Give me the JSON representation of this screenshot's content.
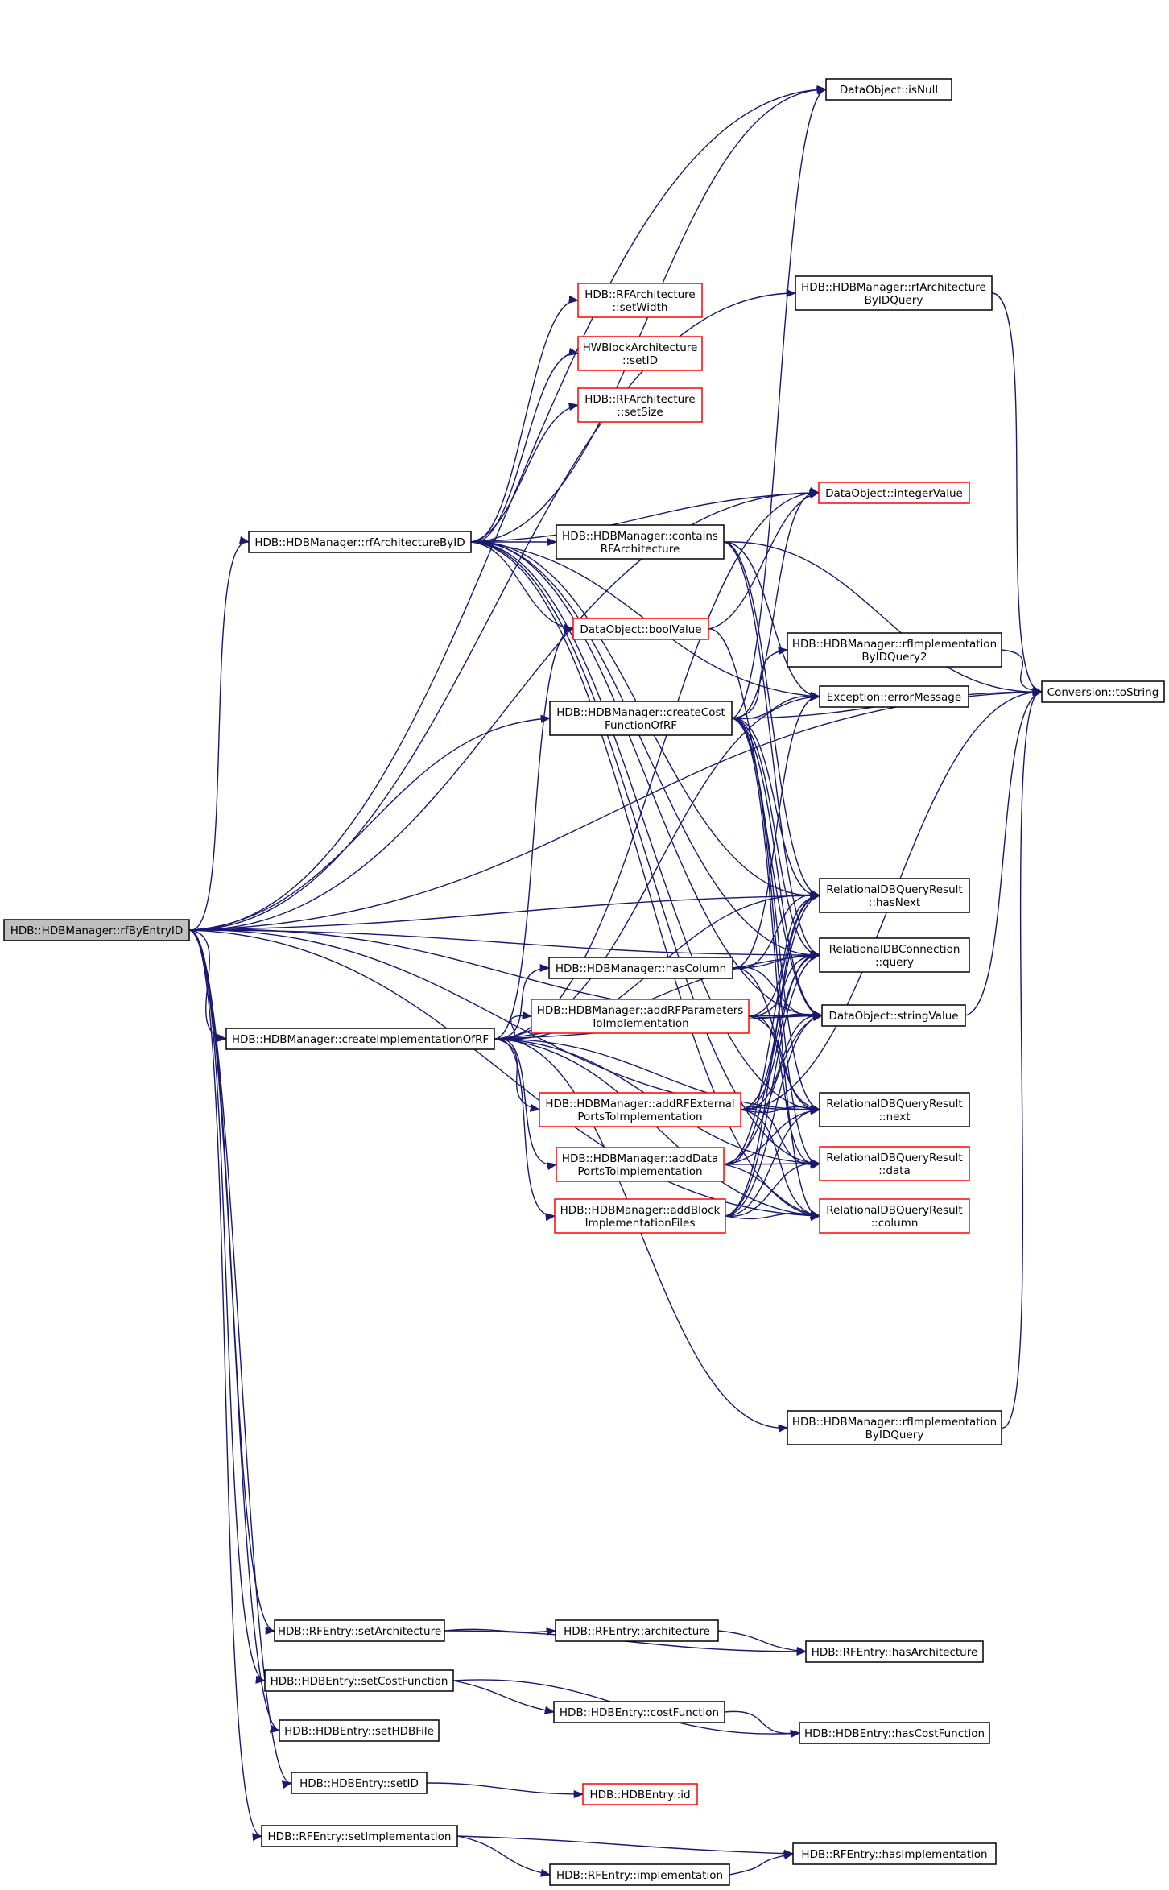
{
  "colors": {
    "edge": "#191970",
    "node_border_normal": "#000000",
    "node_border_truncated": "#ff0000",
    "root_fill": "#bfbfbf"
  },
  "nodes": [
    {
      "id": "root",
      "lines": [
        "HDB::HDBManager::rfByEntryID"
      ],
      "style": "root"
    },
    {
      "id": "isNull",
      "lines": [
        "DataObject::isNull"
      ],
      "style": "normal"
    },
    {
      "id": "rfArchQuery",
      "lines": [
        "HDB::HDBManager::rfArchitecture",
        "ByIDQuery"
      ],
      "style": "normal"
    },
    {
      "id": "setWidth",
      "lines": [
        "HDB::RFArchitecture",
        "::setWidth"
      ],
      "style": "truncated"
    },
    {
      "id": "hwSetID",
      "lines": [
        "HWBlockArchitecture",
        "::setID"
      ],
      "style": "truncated"
    },
    {
      "id": "setSize",
      "lines": [
        "HDB::RFArchitecture",
        "::setSize"
      ],
      "style": "truncated"
    },
    {
      "id": "integerValue",
      "lines": [
        "DataObject::integerValue"
      ],
      "style": "truncated"
    },
    {
      "id": "rfArchByID",
      "lines": [
        "HDB::HDBManager::rfArchitectureByID"
      ],
      "style": "normal"
    },
    {
      "id": "containsRF",
      "lines": [
        "HDB::HDBManager::contains",
        "RFArchitecture"
      ],
      "style": "normal"
    },
    {
      "id": "boolValue",
      "lines": [
        "DataObject::boolValue"
      ],
      "style": "truncated"
    },
    {
      "id": "rfImplQuery2",
      "lines": [
        "HDB::HDBManager::rfImplementation",
        "ByIDQuery2"
      ],
      "style": "normal"
    },
    {
      "id": "toString",
      "lines": [
        "Conversion::toString"
      ],
      "style": "normal"
    },
    {
      "id": "createCost",
      "lines": [
        "HDB::HDBManager::createCost",
        "FunctionOfRF"
      ],
      "style": "normal"
    },
    {
      "id": "errorMessage",
      "lines": [
        "Exception::errorMessage"
      ],
      "style": "normal"
    },
    {
      "id": "hasNext",
      "lines": [
        "RelationalDBQueryResult",
        "::hasNext"
      ],
      "style": "normal"
    },
    {
      "id": "hasColumn",
      "lines": [
        "HDB::HDBManager::hasColumn"
      ],
      "style": "normal"
    },
    {
      "id": "query",
      "lines": [
        "RelationalDBConnection",
        "::query"
      ],
      "style": "normal"
    },
    {
      "id": "createImpl",
      "lines": [
        "HDB::HDBManager::createImplementationOfRF"
      ],
      "style": "normal"
    },
    {
      "id": "addRFParams",
      "lines": [
        "HDB::HDBManager::addRFParameters",
        "ToImplementation"
      ],
      "style": "truncated"
    },
    {
      "id": "stringValue",
      "lines": [
        "DataObject::stringValue"
      ],
      "style": "normal"
    },
    {
      "id": "addRFExt",
      "lines": [
        "HDB::HDBManager::addRFExternal",
        "PortsToImplementation"
      ],
      "style": "truncated"
    },
    {
      "id": "next",
      "lines": [
        "RelationalDBQueryResult",
        "::next"
      ],
      "style": "normal"
    },
    {
      "id": "addData",
      "lines": [
        "HDB::HDBManager::addData",
        "PortsToImplementation"
      ],
      "style": "truncated"
    },
    {
      "id": "data",
      "lines": [
        "RelationalDBQueryResult",
        "::data"
      ],
      "style": "truncated"
    },
    {
      "id": "addBlock",
      "lines": [
        "HDB::HDBManager::addBlock",
        "ImplementationFiles"
      ],
      "style": "truncated"
    },
    {
      "id": "column",
      "lines": [
        "RelationalDBQueryResult",
        "::column"
      ],
      "style": "truncated"
    },
    {
      "id": "rfImplQuery",
      "lines": [
        "HDB::HDBManager::rfImplementation",
        "ByIDQuery"
      ],
      "style": "normal"
    },
    {
      "id": "setArch",
      "lines": [
        "HDB::RFEntry::setArchitecture"
      ],
      "style": "normal"
    },
    {
      "id": "architecture",
      "lines": [
        "HDB::RFEntry::architecture"
      ],
      "style": "normal"
    },
    {
      "id": "hasArch",
      "lines": [
        "HDB::RFEntry::hasArchitecture"
      ],
      "style": "normal"
    },
    {
      "id": "setCost",
      "lines": [
        "HDB::HDBEntry::setCostFunction"
      ],
      "style": "normal"
    },
    {
      "id": "costFn",
      "lines": [
        "HDB::HDBEntry::costFunction"
      ],
      "style": "normal"
    },
    {
      "id": "hasCost",
      "lines": [
        "HDB::HDBEntry::hasCostFunction"
      ],
      "style": "normal"
    },
    {
      "id": "setHDBFile",
      "lines": [
        "HDB::HDBEntry::setHDBFile"
      ],
      "style": "normal"
    },
    {
      "id": "setID",
      "lines": [
        "HDB::HDBEntry::setID"
      ],
      "style": "normal"
    },
    {
      "id": "entryId",
      "lines": [
        "HDB::HDBEntry::id"
      ],
      "style": "truncated"
    },
    {
      "id": "setImpl",
      "lines": [
        "HDB::RFEntry::setImplementation"
      ],
      "style": "normal"
    },
    {
      "id": "hasImpl",
      "lines": [
        "HDB::RFEntry::hasImplementation"
      ],
      "style": "normal"
    },
    {
      "id": "implementation",
      "lines": [
        "HDB::RFEntry::implementation"
      ],
      "style": "normal"
    }
  ],
  "edges": [
    [
      "root",
      "toString"
    ],
    [
      "root",
      "isNull"
    ],
    [
      "root",
      "rfArchQuery"
    ],
    [
      "root",
      "integerValue"
    ],
    [
      "root",
      "rfArchByID"
    ],
    [
      "root",
      "createCost"
    ],
    [
      "root",
      "hasNext"
    ],
    [
      "root",
      "query"
    ],
    [
      "root",
      "createImpl"
    ],
    [
      "root",
      "column"
    ],
    [
      "root",
      "stringValue"
    ],
    [
      "root",
      "next"
    ],
    [
      "root",
      "setArch"
    ],
    [
      "root",
      "setCost"
    ],
    [
      "root",
      "setHDBFile"
    ],
    [
      "root",
      "setID"
    ],
    [
      "root",
      "setImpl"
    ],
    [
      "rfArchByID",
      "isNull"
    ],
    [
      "rfArchByID",
      "setWidth"
    ],
    [
      "rfArchByID",
      "hwSetID"
    ],
    [
      "rfArchByID",
      "setSize"
    ],
    [
      "rfArchByID",
      "integerValue"
    ],
    [
      "rfArchByID",
      "containsRF"
    ],
    [
      "rfArchByID",
      "boolValue"
    ],
    [
      "rfArchByID",
      "errorMessage"
    ],
    [
      "rfArchByID",
      "hasNext"
    ],
    [
      "rfArchByID",
      "query"
    ],
    [
      "rfArchByID",
      "next"
    ],
    [
      "rfArchByID",
      "data"
    ],
    [
      "rfArchByID",
      "column"
    ],
    [
      "rfArchByID",
      "stringValue"
    ],
    [
      "containsRF",
      "toString"
    ],
    [
      "containsRF",
      "errorMessage"
    ],
    [
      "containsRF",
      "hasNext"
    ],
    [
      "containsRF",
      "query"
    ],
    [
      "boolValue",
      "integerValue"
    ],
    [
      "boolValue",
      "stringValue"
    ],
    [
      "rfArchQuery",
      "toString"
    ],
    [
      "rfImplQuery2",
      "toString"
    ],
    [
      "rfImplQuery",
      "toString"
    ],
    [
      "stringValue",
      "toString"
    ],
    [
      "createCost",
      "rfImplQuery2"
    ],
    [
      "createCost",
      "toString"
    ],
    [
      "createCost",
      "errorMessage"
    ],
    [
      "createCost",
      "integerValue"
    ],
    [
      "createCost",
      "isNull"
    ],
    [
      "createCost",
      "hasNext"
    ],
    [
      "createCost",
      "query"
    ],
    [
      "createCost",
      "stringValue"
    ],
    [
      "createCost",
      "next"
    ],
    [
      "createCost",
      "data"
    ],
    [
      "createCost",
      "column"
    ],
    [
      "createImpl",
      "hasColumn"
    ],
    [
      "createImpl",
      "addRFParams"
    ],
    [
      "createImpl",
      "addRFExt"
    ],
    [
      "createImpl",
      "addData"
    ],
    [
      "createImpl",
      "addBlock"
    ],
    [
      "createImpl",
      "boolValue"
    ],
    [
      "createImpl",
      "integerValue"
    ],
    [
      "createImpl",
      "hasNext"
    ],
    [
      "createImpl",
      "query"
    ],
    [
      "createImpl",
      "stringValue"
    ],
    [
      "createImpl",
      "next"
    ],
    [
      "createImpl",
      "data"
    ],
    [
      "createImpl",
      "column"
    ],
    [
      "createImpl",
      "rfImplQuery"
    ],
    [
      "createImpl",
      "errorMessage"
    ],
    [
      "hasColumn",
      "query"
    ],
    [
      "hasColumn",
      "errorMessage"
    ],
    [
      "hasColumn",
      "hasNext"
    ],
    [
      "hasColumn",
      "stringValue"
    ],
    [
      "hasColumn",
      "next"
    ],
    [
      "addRFParams",
      "query"
    ],
    [
      "addRFParams",
      "stringValue"
    ],
    [
      "addRFParams",
      "next"
    ],
    [
      "addRFParams",
      "data"
    ],
    [
      "addRFParams",
      "hasNext"
    ],
    [
      "addRFExt",
      "query"
    ],
    [
      "addRFExt",
      "stringValue"
    ],
    [
      "addRFExt",
      "next"
    ],
    [
      "addRFExt",
      "data"
    ],
    [
      "addRFExt",
      "hasNext"
    ],
    [
      "addRFExt",
      "toString"
    ],
    [
      "addRFExt",
      "column"
    ],
    [
      "addData",
      "query"
    ],
    [
      "addData",
      "stringValue"
    ],
    [
      "addData",
      "next"
    ],
    [
      "addData",
      "data"
    ],
    [
      "addData",
      "hasNext"
    ],
    [
      "addData",
      "column"
    ],
    [
      "addBlock",
      "query"
    ],
    [
      "addBlock",
      "stringValue"
    ],
    [
      "addBlock",
      "next"
    ],
    [
      "addBlock",
      "data"
    ],
    [
      "addBlock",
      "column"
    ],
    [
      "addBlock",
      "hasNext"
    ],
    [
      "setArch",
      "architecture"
    ],
    [
      "setArch",
      "hasArch"
    ],
    [
      "architecture",
      "hasArch"
    ],
    [
      "setCost",
      "costFn"
    ],
    [
      "setCost",
      "hasCost"
    ],
    [
      "costFn",
      "hasCost"
    ],
    [
      "setID",
      "entryId"
    ],
    [
      "setImpl",
      "hasImpl"
    ],
    [
      "setImpl",
      "implementation"
    ],
    [
      "implementation",
      "hasImpl"
    ]
  ]
}
